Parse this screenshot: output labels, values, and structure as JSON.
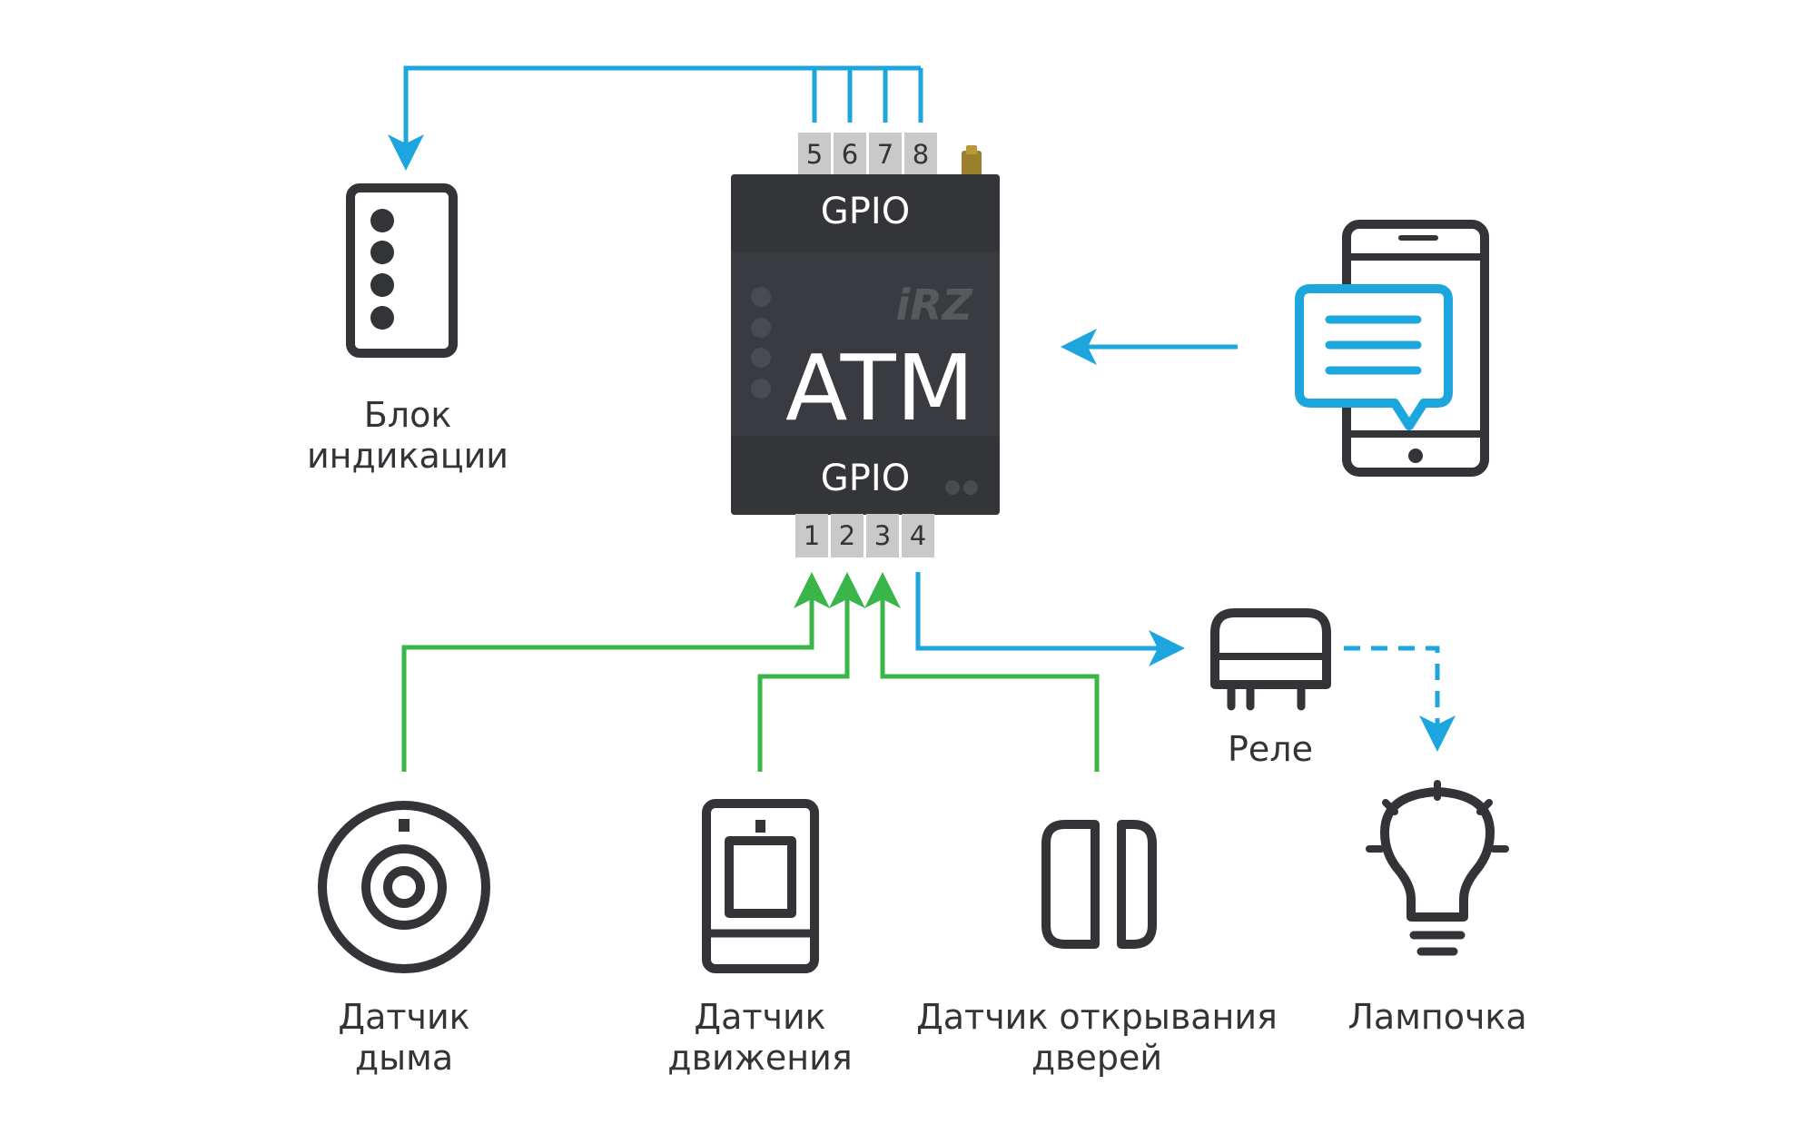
{
  "colors": {
    "blue": "#1da6de",
    "green": "#3ab54a",
    "dark": "#333438",
    "device_body": "#3a3b40",
    "pin_gray": "#c9c9ca",
    "antenna": "#9a7f2c",
    "logo": "#58595c"
  },
  "device": {
    "top_port_label": "GPIO",
    "bottom_port_label": "GPIO",
    "model": "ATM",
    "logo": "iRZ",
    "top_pins": [
      "5",
      "6",
      "7",
      "8"
    ],
    "bottom_pins": [
      "1",
      "2",
      "3",
      "4"
    ]
  },
  "components": {
    "indicator_block": {
      "line1": "Блок",
      "line2": "индикации",
      "icon": "indicator-block-icon"
    },
    "smoke_sensor": {
      "line1": "Датчик",
      "line2": "дыма",
      "icon": "smoke-sensor-icon"
    },
    "motion_sensor": {
      "line1": "Датчик",
      "line2": "движения",
      "icon": "motion-sensor-icon"
    },
    "door_sensor": {
      "line1": "Датчик открывания",
      "line2": "дверей",
      "icon": "door-sensor-icon"
    },
    "relay": {
      "line1": "Реле",
      "icon": "relay-icon"
    },
    "lamp": {
      "line1": "Лампочка",
      "icon": "light-bulb-icon"
    },
    "phone": {
      "icon": "smartphone-sms-icon"
    }
  }
}
